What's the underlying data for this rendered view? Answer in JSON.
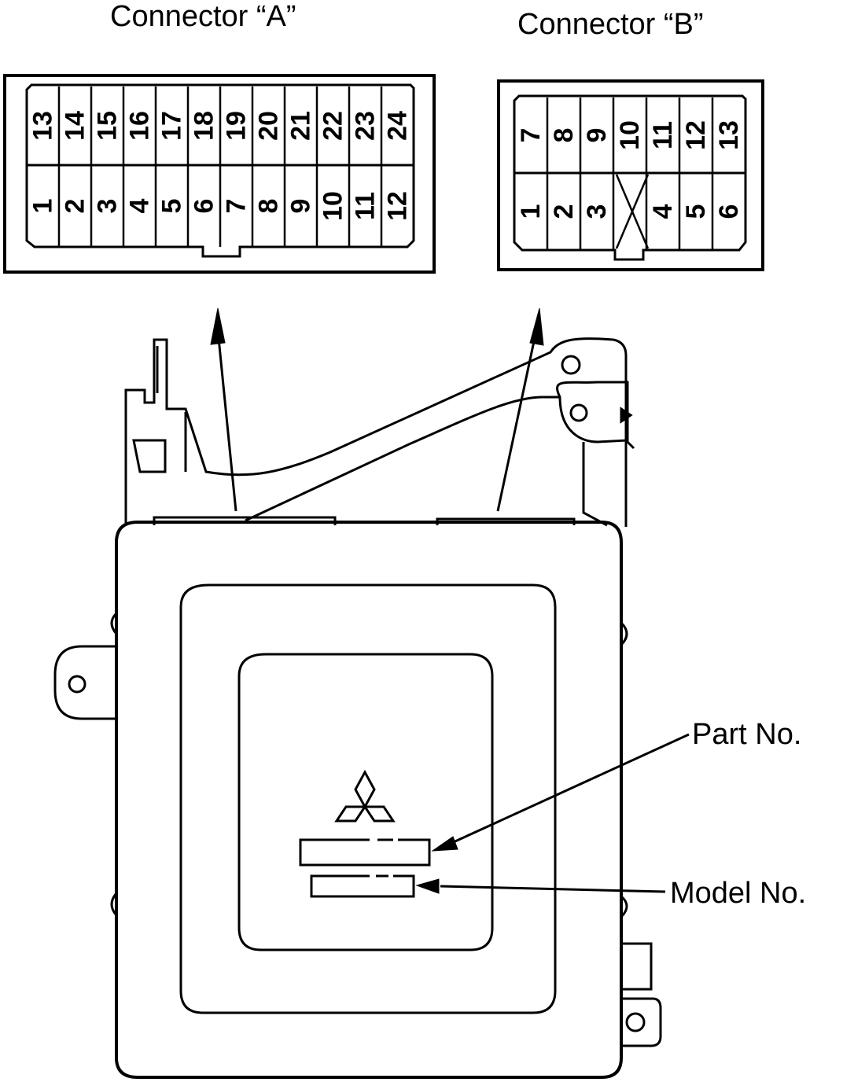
{
  "labels": {
    "connector_a": "Connector “A”",
    "connector_b": "Connector “B”",
    "part_no": "Part No.",
    "model_no": "Model No."
  },
  "connector_a": {
    "top_row": [
      "13",
      "14",
      "15",
      "16",
      "17",
      "18",
      "19",
      "20",
      "21",
      "22",
      "23",
      "24"
    ],
    "bottom_row": [
      "1",
      "2",
      "3",
      "4",
      "5",
      "6",
      "7",
      "8",
      "9",
      "10",
      "11",
      "12"
    ]
  },
  "connector_b": {
    "top_row": [
      "7",
      "8",
      "9",
      "10",
      "11",
      "12",
      "13"
    ],
    "bottom_row": [
      "1",
      "2",
      "3",
      "",
      "4",
      "5",
      "6"
    ],
    "blank_cavity": "x-mark"
  },
  "logo": {
    "icon": "three-diamonds-icon"
  },
  "colors": {
    "ink": "#000000",
    "paper": "#ffffff"
  }
}
